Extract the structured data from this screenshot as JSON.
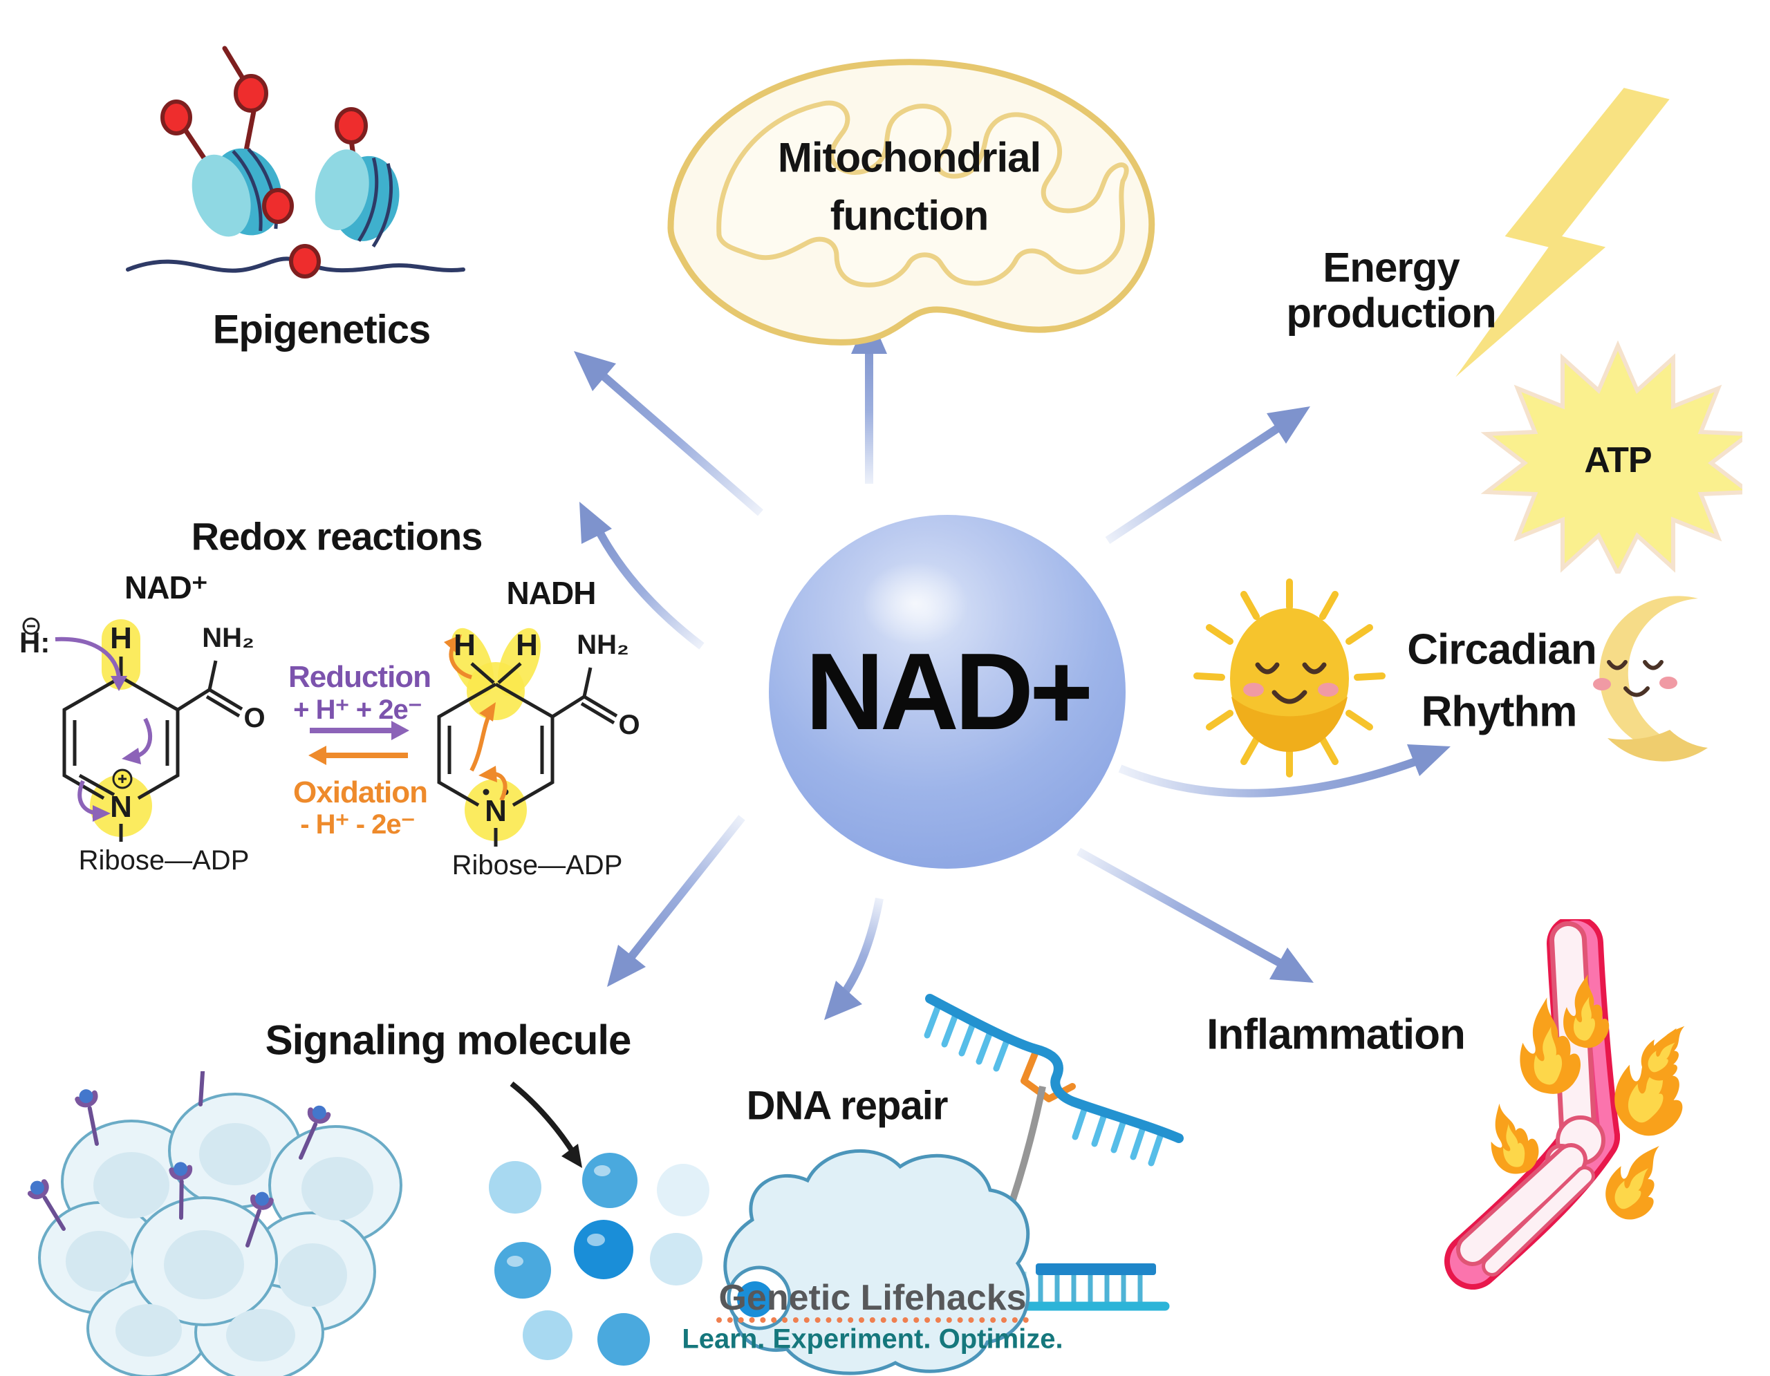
{
  "center": {
    "label": "NAD+"
  },
  "nodes": {
    "mitochondrial": {
      "line1": "Mitochondrial",
      "line2": "function"
    },
    "epigenetics": {
      "label": "Epigenetics"
    },
    "energy": {
      "line1": "Energy",
      "line2": "production",
      "atp": "ATP"
    },
    "circadian": {
      "line1": "Circadian",
      "line2": "Rhythm"
    },
    "inflammation": {
      "label": "Inflammation"
    },
    "dna_repair": {
      "label": "DNA repair"
    },
    "signaling": {
      "label": "Signaling molecule"
    }
  },
  "redox": {
    "title": "Redox reactions",
    "nad_label": "NAD⁺",
    "nadh_label": "NADH",
    "hydride": "H:",
    "h": "H",
    "nh2": "NH₂",
    "o": "O",
    "n": "N",
    "ribose_adp": "Ribose—ADP",
    "reduction": "Reduction",
    "reduction_eq": "+ H⁺ + 2e⁻",
    "oxidation": "Oxidation",
    "oxidation_eq": "- H⁺ - 2e⁻"
  },
  "logo": {
    "title": "Genetic Lifehacks",
    "tagline": "Learn. Experiment. Optimize."
  },
  "colors": {
    "arrow_blue": "#7e93cd",
    "sphere_blue": "#9db4e9",
    "highlight_yellow": "#fbe94e",
    "reduction_purple": "#7c53ad",
    "oxidation_orange": "#ee8a2b",
    "dna_blue": "#2392d0",
    "dna_cyan": "#56bde8",
    "lesion_orange": "#ef8c28",
    "methyl_red": "#ee2d2d",
    "nucleosome_teal": "#46b5cf",
    "sun_yellow": "#f6c42d",
    "moon_yellow": "#f6dc88",
    "flame_orange": "#f9a11b",
    "joint_pink": "#fb74ad",
    "logo_gray": "#57585a",
    "logo_teal": "#15777c",
    "logo_dot_orange": "#ef7f4f"
  }
}
